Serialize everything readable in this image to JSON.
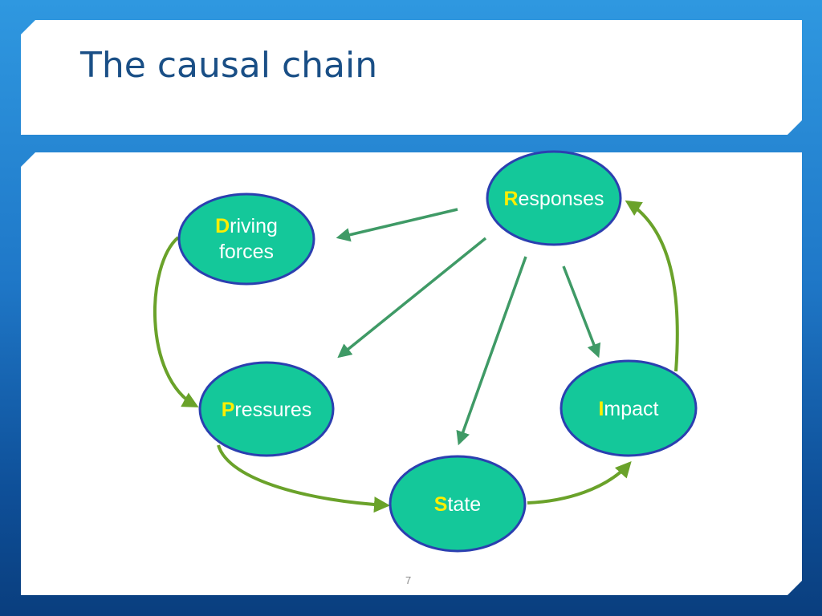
{
  "slide": {
    "title": "The causal chain",
    "page_number": "7"
  },
  "colors": {
    "node_fill": "#14c89a",
    "node_stroke": "#2b3fb0",
    "cycle_arrow": "#6aa22a",
    "response_arrow": "#3f9a66",
    "initial_letter": "#ffee00"
  },
  "nodes": {
    "driving": {
      "initial": "D",
      "line1_rest": "riving",
      "line2": "forces"
    },
    "pressures": {
      "initial": "P",
      "rest": "ressures"
    },
    "state": {
      "initial": "S",
      "rest": "tate"
    },
    "impact": {
      "initial": "I",
      "rest": "mpact"
    },
    "responses": {
      "initial": "R",
      "rest": "esponses"
    }
  }
}
